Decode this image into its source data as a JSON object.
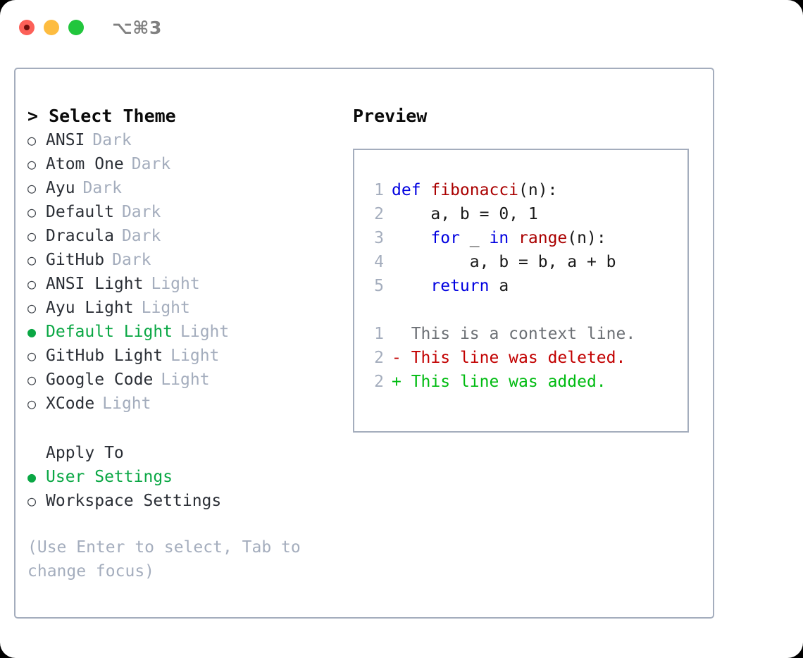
{
  "window": {
    "shortcut": "⌥⌘3",
    "traffic_lights": [
      {
        "name": "close",
        "color": "#fc6058"
      },
      {
        "name": "minimize",
        "color": "#fdbc40"
      },
      {
        "name": "maximize",
        "color": "#22c63d"
      }
    ]
  },
  "colors": {
    "accent_green": "#0aa744",
    "muted": "#a4adbd",
    "text": "#2b2f36",
    "border": "#a4adbd",
    "keyword_blue": "#0000e0",
    "function_red": "#aa0000",
    "diff_deleted": "#c20000",
    "diff_added": "#00bb11"
  },
  "theme_picker": {
    "header": "> Select Theme",
    "items": [
      {
        "bullet": "○",
        "label": "ANSI",
        "tag": "Dark",
        "selected": false
      },
      {
        "bullet": "○",
        "label": "Atom One",
        "tag": "Dark",
        "selected": false
      },
      {
        "bullet": "○",
        "label": "Ayu",
        "tag": "Dark",
        "selected": false
      },
      {
        "bullet": "○",
        "label": "Default",
        "tag": "Dark",
        "selected": false
      },
      {
        "bullet": "○",
        "label": "Dracula",
        "tag": "Dark",
        "selected": false
      },
      {
        "bullet": "○",
        "label": "GitHub",
        "tag": "Dark",
        "selected": false
      },
      {
        "bullet": "○",
        "label": "ANSI Light",
        "tag": "Light",
        "selected": false
      },
      {
        "bullet": "○",
        "label": "Ayu Light",
        "tag": "Light",
        "selected": false
      },
      {
        "bullet": "●",
        "label": "Default Light",
        "tag": "Light",
        "selected": true
      },
      {
        "bullet": "○",
        "label": "GitHub Light",
        "tag": "Light",
        "selected": false
      },
      {
        "bullet": "○",
        "label": "Google Code",
        "tag": "Light",
        "selected": false
      },
      {
        "bullet": "○",
        "label": "XCode",
        "tag": "Light",
        "selected": false
      }
    ]
  },
  "apply_to": {
    "header": "Apply To",
    "items": [
      {
        "bullet": "●",
        "label": "User Settings",
        "selected": true
      },
      {
        "bullet": "○",
        "label": "Workspace Settings",
        "selected": false
      }
    ]
  },
  "hint": "(Use Enter to select, Tab to change focus)",
  "preview": {
    "title": "Preview",
    "code_lines": [
      {
        "num": "1",
        "tokens": [
          {
            "t": "def ",
            "c": "kw"
          },
          {
            "t": "fibonacci",
            "c": "fn"
          },
          {
            "t": "(n):",
            "c": "pl"
          }
        ]
      },
      {
        "num": "2",
        "tokens": [
          {
            "t": "    a, b = 0, 1",
            "c": "pl"
          }
        ]
      },
      {
        "num": "3",
        "tokens": [
          {
            "t": "    ",
            "c": "pl"
          },
          {
            "t": "for",
            "c": "kw"
          },
          {
            "t": " _ ",
            "c": "pl"
          },
          {
            "t": "in",
            "c": "kw"
          },
          {
            "t": " ",
            "c": "pl"
          },
          {
            "t": "range",
            "c": "fn"
          },
          {
            "t": "(n):",
            "c": "pl"
          }
        ]
      },
      {
        "num": "4",
        "tokens": [
          {
            "t": "        a, b = b, a + b",
            "c": "pl"
          }
        ]
      },
      {
        "num": "5",
        "tokens": [
          {
            "t": "    ",
            "c": "pl"
          },
          {
            "t": "return",
            "c": "kw"
          },
          {
            "t": " a",
            "c": "pl"
          }
        ]
      }
    ],
    "diff_lines": [
      {
        "num": "1",
        "marker": " ",
        "text": " This is a context line.",
        "kind": "ctx"
      },
      {
        "num": "2",
        "marker": "-",
        "text": " This line was deleted.",
        "kind": "del"
      },
      {
        "num": "2",
        "marker": "+",
        "text": " This line was added.",
        "kind": "add"
      }
    ]
  }
}
